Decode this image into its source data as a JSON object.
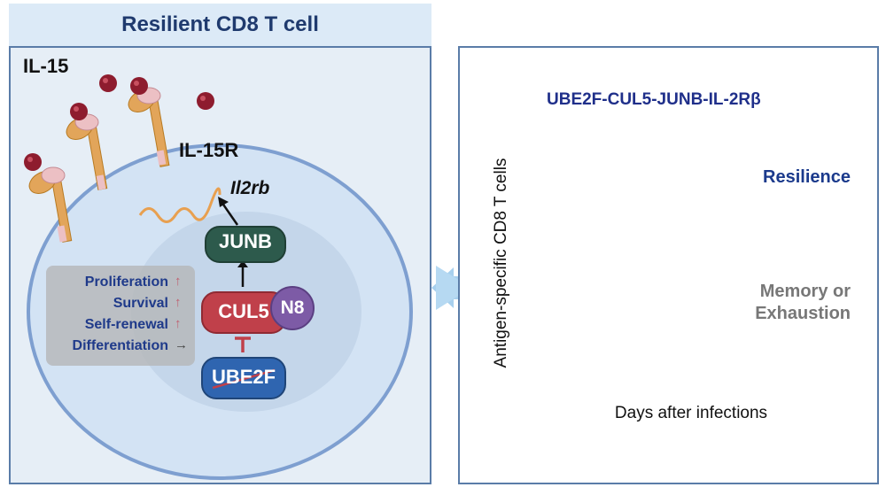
{
  "left_panel": {
    "title": "Resilient CD8 T cell",
    "il15_label": "IL-15",
    "il15r_label": "IL-15R",
    "gene_label": "Il2rb",
    "nodes": {
      "junb": "JUNB",
      "cul5": "CUL5",
      "n8": "N8",
      "ube2f": "UBE2F"
    },
    "effects": [
      {
        "label": "Proliferation",
        "arrow": "↑"
      },
      {
        "label": "Survival",
        "arrow": "↑"
      },
      {
        "label": "Self-renewal",
        "arrow": "↑"
      },
      {
        "label": "Differentiation",
        "arrow": "→"
      }
    ]
  },
  "right_panel": {
    "pathway_title": "UBE2F-CUL5-JUNB-IL-2Rβ",
    "chart_data": {
      "type": "line",
      "xlabel": "Days after infections",
      "ylabel": "Antigen-specific CD8 T cells",
      "series": [
        {
          "name": "Resilience",
          "color": "#1b3a8c"
        },
        {
          "name": "Memory or Exhaustion",
          "color": "#999999"
        }
      ],
      "series_label_lines": [
        [
          "Resilience"
        ],
        [
          "Memory or",
          "Exhaustion"
        ]
      ]
    }
  },
  "colors": {
    "junb": "#2d5a4c",
    "cul5": "#c0404a",
    "n8": "#7d5ba6",
    "ube2f": "#2f65b0",
    "effect_text": "#1f3a8a",
    "up_arrow": "#c06070"
  }
}
